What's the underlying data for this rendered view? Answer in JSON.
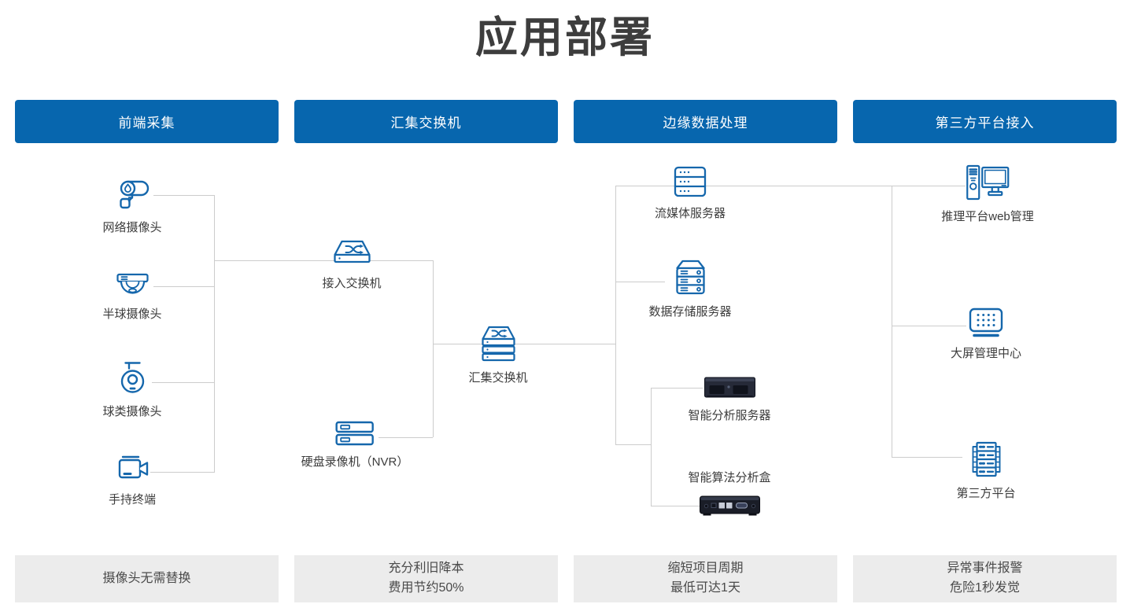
{
  "page": {
    "title": "应用部署"
  },
  "colors": {
    "accent_blue": "#0766ae",
    "icon_stroke": "#1567ac",
    "connector_line": "#cccccc",
    "footer_bg": "#ececec",
    "title_color": "#3d3d3d",
    "device_photo_dark": "#232634"
  },
  "columns": [
    {
      "header": "前端采集",
      "nodes": [
        {
          "label": "网络摄像头",
          "icon": "bullet-camera-icon"
        },
        {
          "label": "半球摄像头",
          "icon": "dome-camera-icon"
        },
        {
          "label": "球类摄像头",
          "icon": "ball-camera-icon"
        },
        {
          "label": "手持终端",
          "icon": "handheld-camera-icon"
        }
      ],
      "footer": [
        "摄像头无需替换"
      ]
    },
    {
      "header": "汇集交换机",
      "nodes": [
        {
          "label": "接入交换机",
          "icon": "network-switch-icon"
        },
        {
          "label": "汇集交换机",
          "icon": "stacked-switch-icon"
        },
        {
          "label": "硬盘录像机（NVR）",
          "icon": "nvr-recorder-icon"
        }
      ],
      "footer": [
        "充分利旧降本",
        "费用节约50%"
      ]
    },
    {
      "header": "边缘数据处理",
      "nodes": [
        {
          "label": "流媒体服务器",
          "icon": "streaming-server-icon"
        },
        {
          "label": "数据存储服务器",
          "icon": "storage-server-icon"
        },
        {
          "label": "智能分析服务器",
          "icon": "analysis-server-photo"
        },
        {
          "label": "智能算法分析盒",
          "icon": "analysis-box-photo"
        }
      ],
      "footer": [
        "缩短项目周期",
        "最低可达1天"
      ]
    },
    {
      "header": "第三方平台接入",
      "nodes": [
        {
          "label": "推理平台web管理",
          "icon": "desktop-computer-icon"
        },
        {
          "label": "大屏管理中心",
          "icon": "led-screen-icon"
        },
        {
          "label": "第三方平台",
          "icon": "server-rack-icon"
        }
      ],
      "footer": [
        "异常事件报警",
        "危险1秒发觉"
      ]
    }
  ]
}
